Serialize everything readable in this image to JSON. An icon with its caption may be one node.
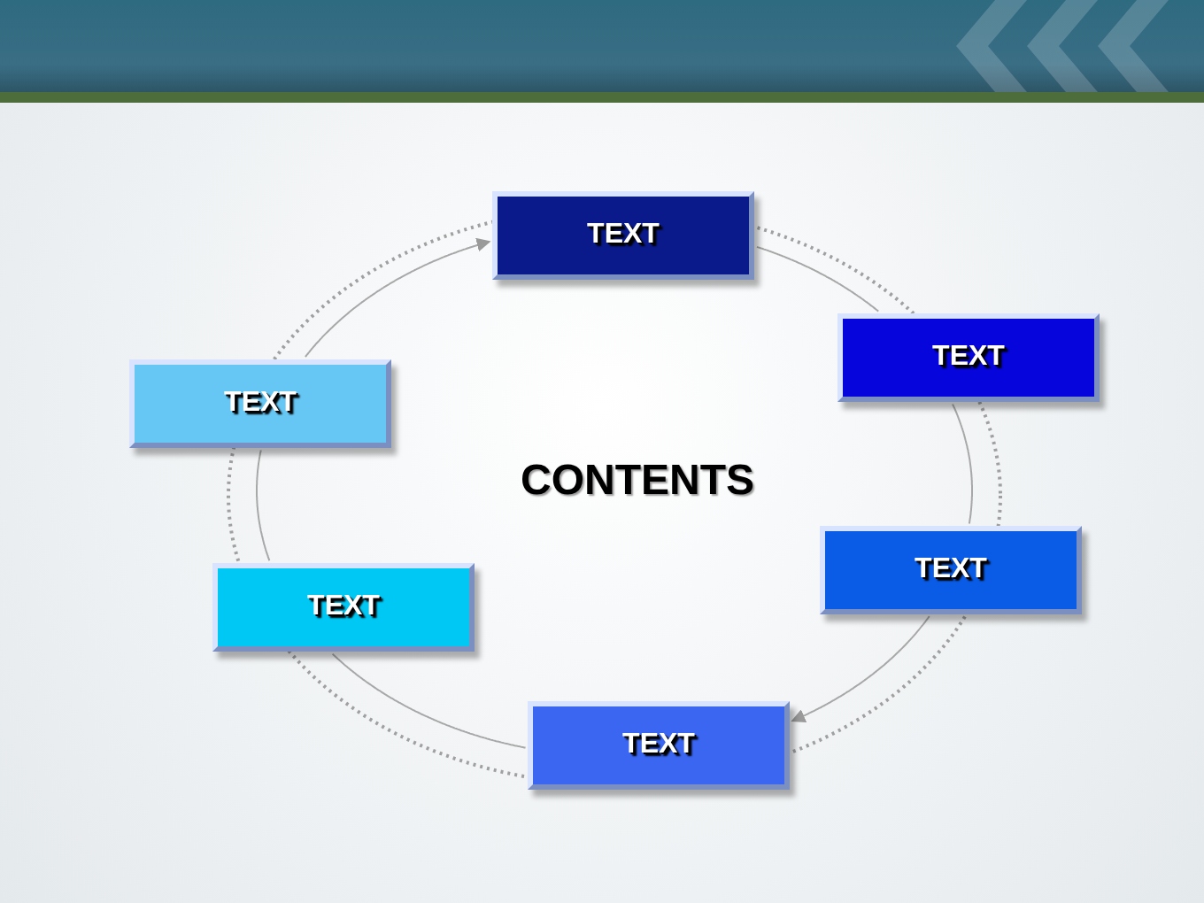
{
  "diagram": {
    "nodes": [
      {
        "text": [
          "TEXT"
        ]
      },
      {
        "text": [
          "TEXT"
        ]
      },
      {
        "text": [
          "TEXT"
        ]
      },
      {
        "text": [
          "TEXT"
        ]
      },
      {
        "text": [
          "TEXT"
        ]
      },
      {
        "text": [
          "TEXT"
        ]
      }
    ],
    "edges": [
      {
        "from": 5,
        "to": 0,
        "arrow": "to"
      },
      {
        "from": 0,
        "to": 1,
        "arrow": "none"
      },
      {
        "from": 1,
        "to": 2,
        "arrow": "none"
      },
      {
        "from": 2,
        "to": 3,
        "arrow": "to"
      },
      {
        "from": 3,
        "to": 4,
        "arrow": "none"
      },
      {
        "from": 4,
        "to": 5,
        "arrow": "none"
      }
    ],
    "labels": [
      "CONTENTS"
    ]
  }
}
